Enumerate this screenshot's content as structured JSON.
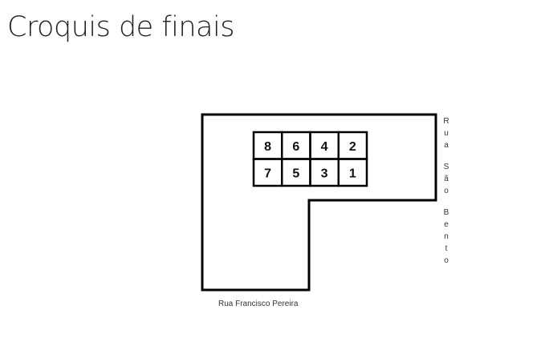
{
  "title": "Croquis de finais",
  "grid": {
    "top_row": [
      "8",
      "6",
      "4",
      "2"
    ],
    "bottom_row": [
      "7",
      "5",
      "3",
      "1"
    ]
  },
  "streets": {
    "right": "Rua São Bento",
    "bottom": "Rua Francisco Pereira"
  }
}
